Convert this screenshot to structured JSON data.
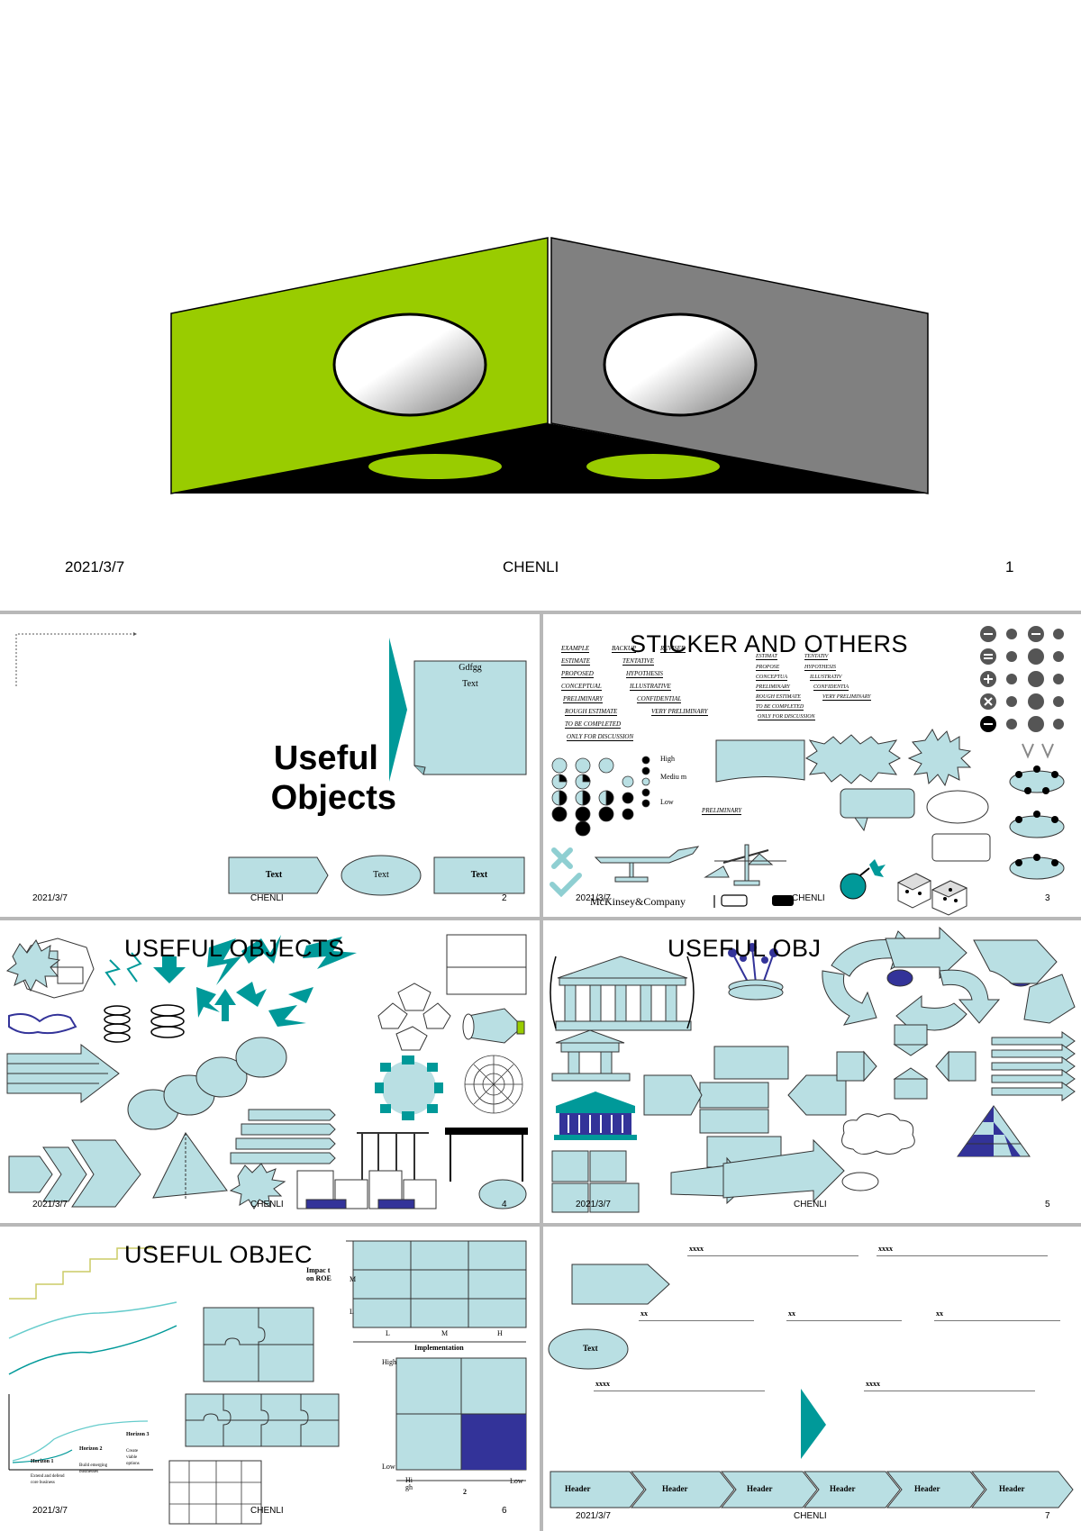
{
  "footer": {
    "date": "2021/3/7",
    "author": "CHENLI"
  },
  "slides": [
    {
      "number": "1"
    },
    {
      "number": "2",
      "title_line1": "Useful",
      "title_line2": "Objects",
      "note_title": "Gdfgg",
      "note_text": "Text",
      "buttons": [
        "Text",
        "Text",
        "Text"
      ]
    },
    {
      "number": "3",
      "title": "STICKER AND OTHERS",
      "stickers_left": [
        "EXAMPLE",
        "BACKUP",
        "REVISED",
        "ESTIMATE",
        "TENTATIVE",
        "PROPOSED",
        "HYPOTHESIS",
        "CONCEPTUAL",
        "ILLUSTRATIVE",
        "PRELIMINARY",
        "CONFIDENTIAL",
        "ROUGH ESTIMATE",
        "VERY PRELIMINARY",
        "TO BE COMPLETED",
        "ONLY FOR DISCUSSION"
      ],
      "stickers_right": [
        "ESTIMAT",
        "TENTATIV",
        "PROPOSE",
        "HYPOTHESIS",
        "CONCEPTUA",
        "ILLUSTRATIV",
        "PRELIMINARY",
        "CONFIDENTIA",
        "ROUGH ESTIMATE",
        "VERY PRELIMINARY",
        "TO BE COMPLETED",
        "ONLY FOR DISCUSSION"
      ],
      "legend": [
        "High",
        "Mediu m",
        "Low"
      ],
      "preliminary_label": "PRELIMINARY",
      "company": "McKinsey&Company"
    },
    {
      "number": "4",
      "title": "USEFUL OBJECTS"
    },
    {
      "number": "5",
      "title": "USEFUL OBJ"
    },
    {
      "number": "6",
      "title": "USEFUL OBJEC",
      "matrix_labels": {
        "impact": "Impac t on ROE",
        "m": "M",
        "l": "L",
        "x_l": "L",
        "x_m": "M",
        "x_h": "H",
        "implementation": "Implementation"
      },
      "matrix2_labels": {
        "high": "High",
        "low": "Low",
        "x_high": "Hi gh",
        "x_low": "Low",
        "two": "2"
      },
      "horizons": [
        "Horizon 1",
        "Horizon 2",
        "Horizon 3"
      ],
      "horizon_notes": [
        "Extend and defend core business",
        "Build emerging businesses",
        "Create viable options"
      ]
    },
    {
      "number": "7",
      "xxxx": "xxxx",
      "xx": "xx",
      "oval_text": "Text",
      "headers": [
        "Header",
        "Header",
        "Header",
        "Header",
        "Header",
        "Header"
      ]
    }
  ],
  "colors": {
    "green": "#99cc00",
    "gray": "#808080",
    "teal": "#009999",
    "lightblue": "#b9dfe3",
    "navy": "#333399"
  }
}
